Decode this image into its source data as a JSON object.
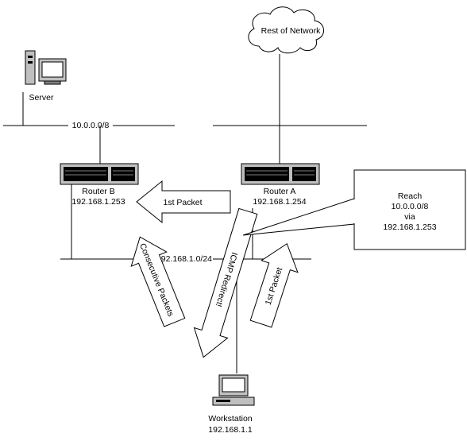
{
  "cloud": {
    "label": "Rest of Network"
  },
  "server": {
    "label": "Server"
  },
  "top_network": {
    "label": "10.0.0.0/8"
  },
  "router_b": {
    "name": "Router B",
    "ip": "192.168.1.253"
  },
  "router_a": {
    "name": "Router A",
    "ip": "192.168.1.254"
  },
  "lan": {
    "label": "192.168.1.0/24"
  },
  "arrows": {
    "first_packet_left": "1st Packet",
    "consecutive_packets": "Consecutive Packets",
    "icmp_redirect": "ICMP Redirect!",
    "first_packet_up": "1st Packet"
  },
  "callout": {
    "line1": "Reach",
    "line2": "10.0.0.0/8",
    "line3": "via",
    "line4": "192.168.1.253"
  },
  "workstation": {
    "label": "Workstation",
    "ip": "192.168.1.1"
  },
  "colors": {
    "stroke": "#000000",
    "fill": "#ffffff",
    "device_body": "#c0c0c0",
    "screen": "#ffffff"
  }
}
